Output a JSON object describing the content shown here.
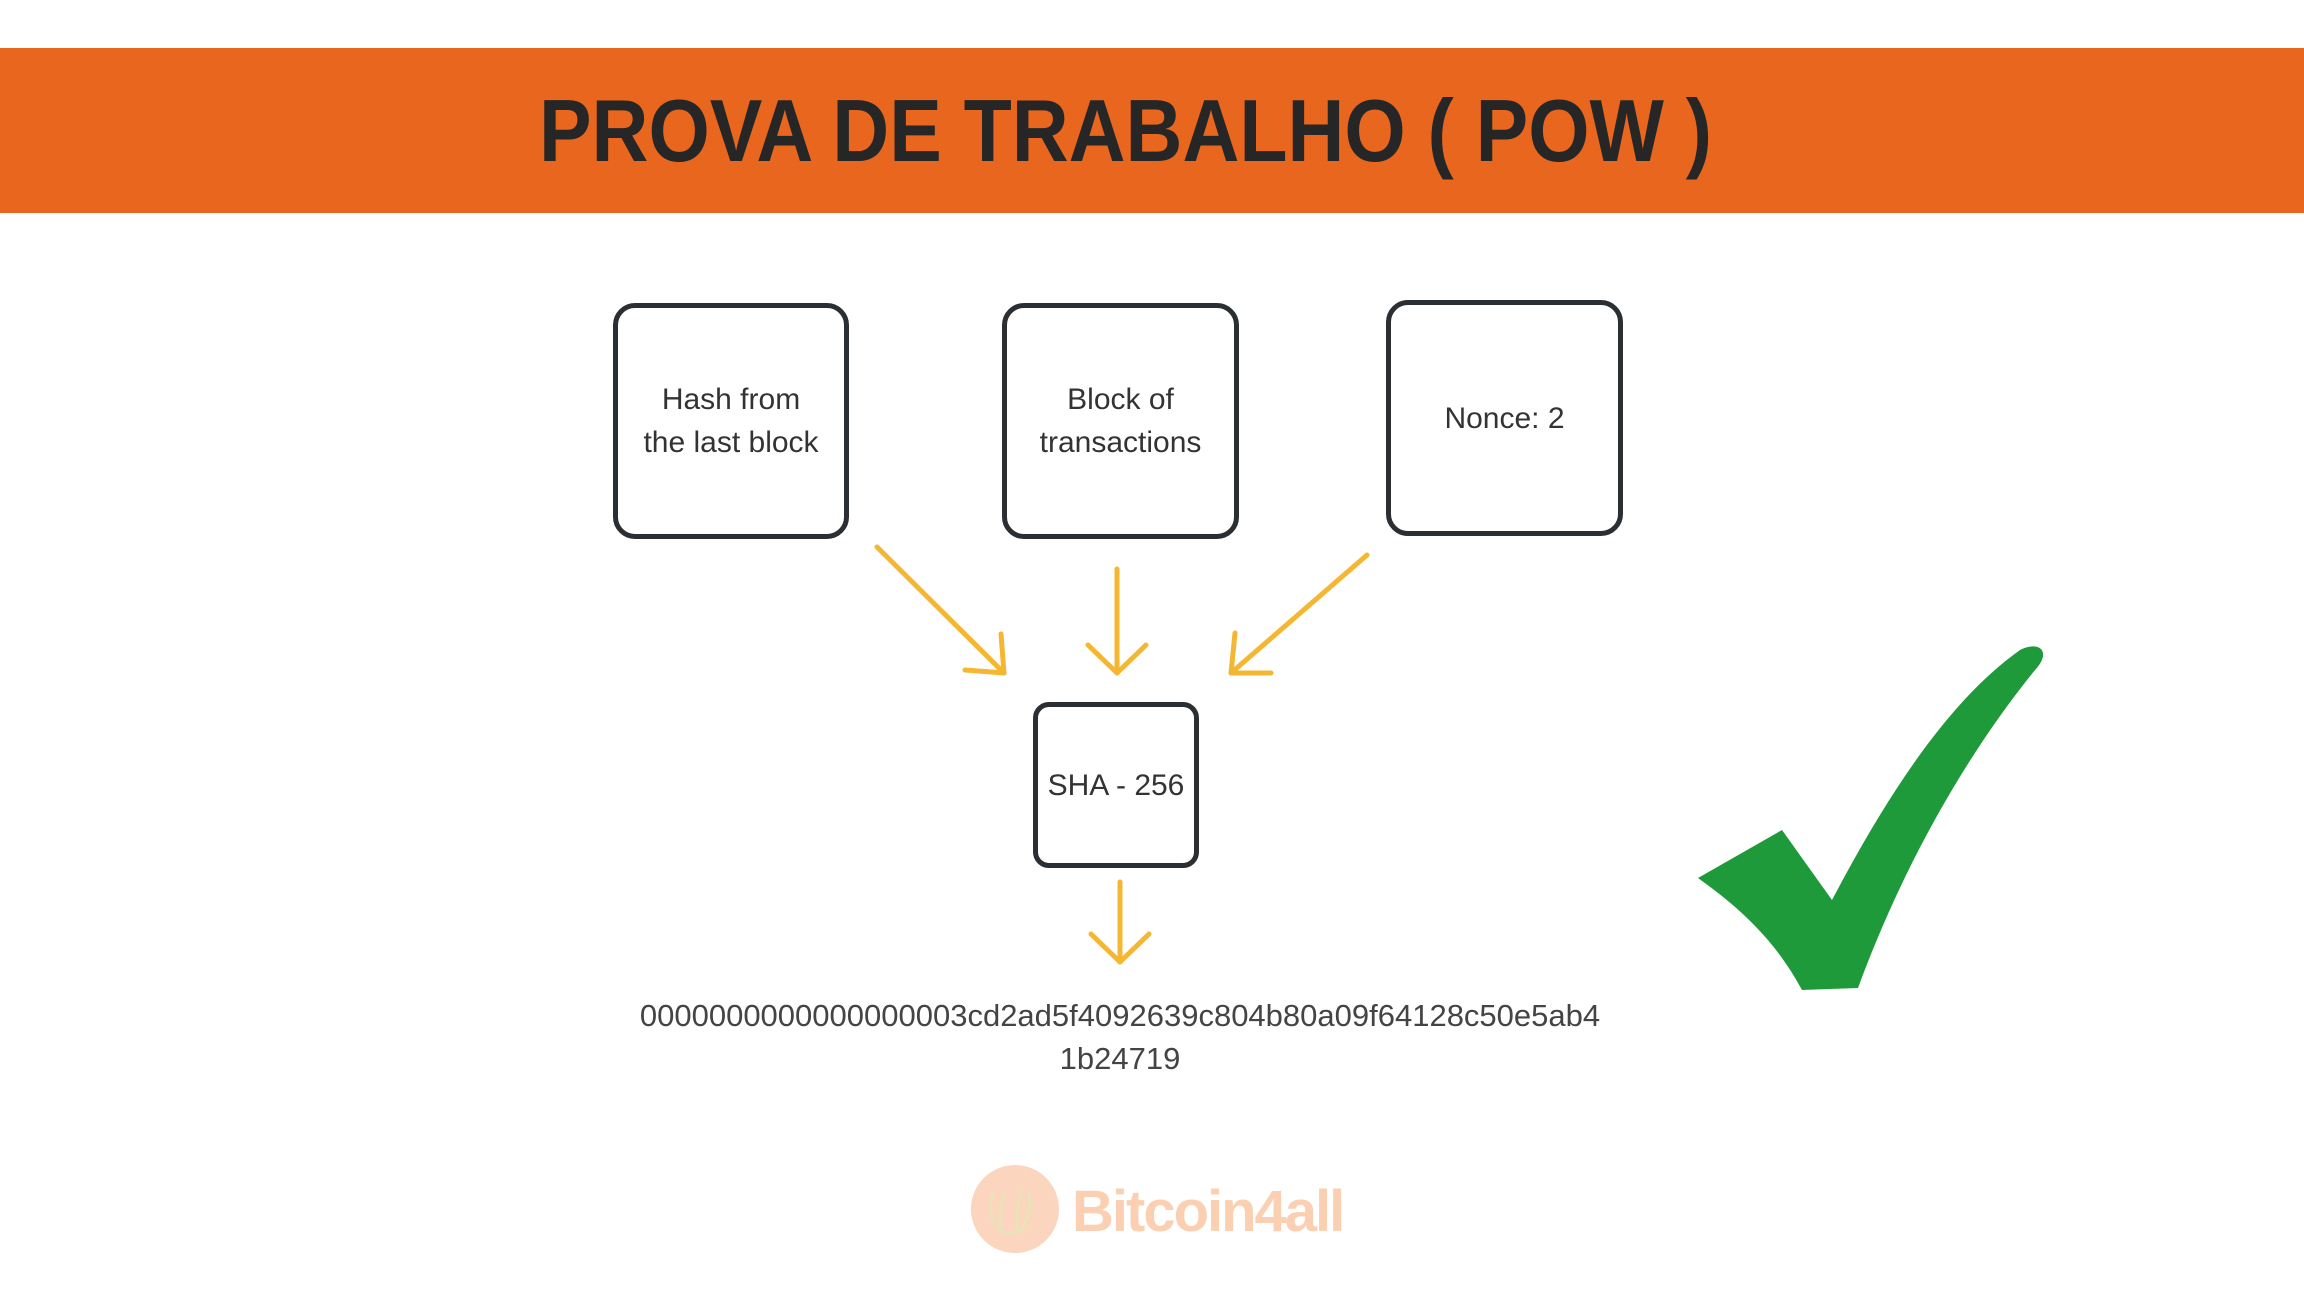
{
  "title": "PROVA DE TRABALHO ( POW )",
  "inputs": [
    {
      "label_line1": "Hash from",
      "label_line2": "the last block"
    },
    {
      "label_line1": "Block of",
      "label_line2": "transactions"
    },
    {
      "label_line1": "Nonce: 2"
    }
  ],
  "hash_function": "SHA - 256",
  "output_hash": {
    "line1": "0000000000000000003cd2ad5f4092639c804b80a09f64128c50e5ab4",
    "line2": "1b24719"
  },
  "logo_text": "Bitcoin4all",
  "colors": {
    "banner": "#e8661d",
    "arrow": "#f5b731",
    "check": "#1f9a3a",
    "box_border": "#2a2f33"
  }
}
